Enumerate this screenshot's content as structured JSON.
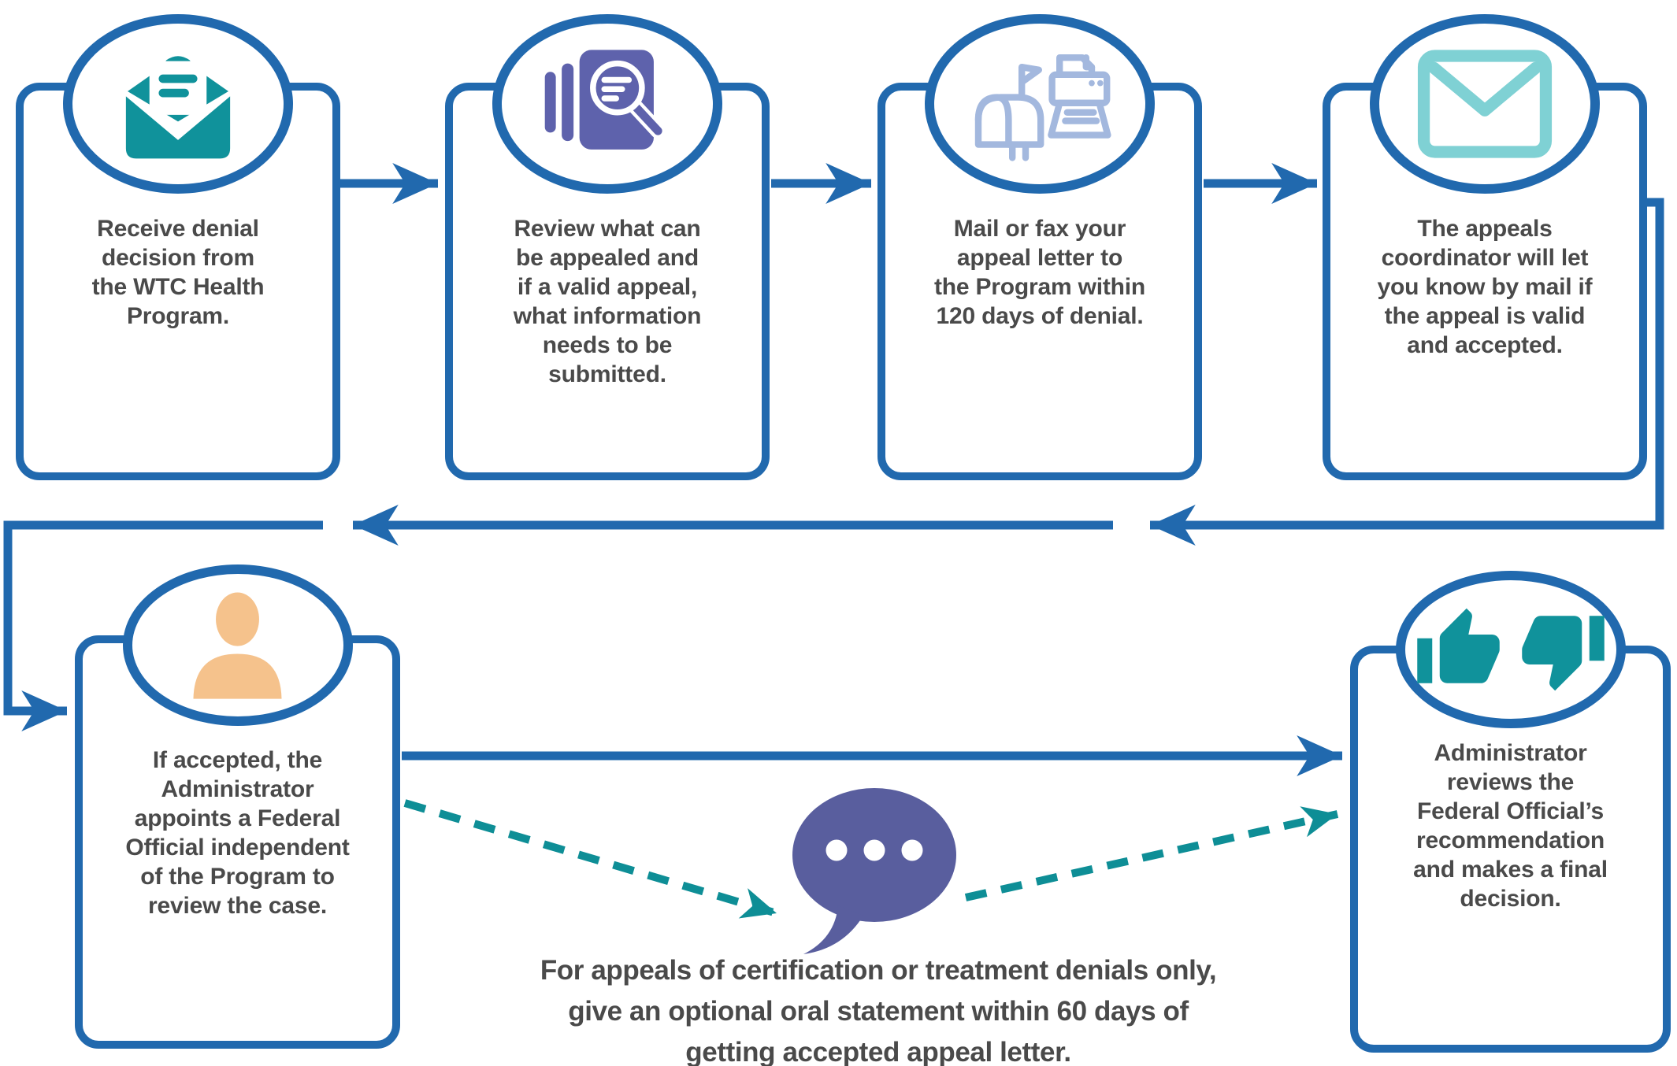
{
  "title": "WTC Health Program appeals process flowchart",
  "colors": {
    "blue": "#2169ae",
    "teal": "#10929b",
    "light_teal": "#7fd1d4",
    "periwinkle": "#a3b8de",
    "purple": "#5e62ac",
    "bubble_purple": "#595e9e",
    "orange": "#f5c28c",
    "dash_teal": "#0e8e96",
    "text": "#4a4a4a"
  },
  "flow": {
    "steps": [
      {
        "id": "receive-denial",
        "icon": "open-envelope-icon",
        "text": "Receive denial\ndecision from\nthe WTC Health\nProgram."
      },
      {
        "id": "review-appeal",
        "icon": "document-magnifier-icon",
        "text": "Review what can\nbe appealed and\nif a valid appeal,\nwhat information\nneeds to be\nsubmitted."
      },
      {
        "id": "mail-or-fax",
        "icon": "mailbox-printer-icon",
        "text": "Mail or fax your\nappeal letter to\nthe Program within\n120 days of denial."
      },
      {
        "id": "coordinator-mail",
        "icon": "envelope-icon",
        "text": "The appeals\ncoordinator will let\nyou know by mail if\nthe appeal is valid\nand accepted."
      },
      {
        "id": "federal-official",
        "icon": "person-icon",
        "text": "If accepted, the\nAdministrator\nappoints a Federal\nOfficial independent\nof the Program to\nreview the case."
      },
      {
        "id": "final-decision",
        "icon": "thumbs-up-down-icon",
        "text": "Administrator\nreviews the\nFederal Official’s\nrecommendation\nand makes a final\ndecision."
      }
    ],
    "caption": "For appeals of certification or treatment denials only,\ngive an optional oral statement within 60 days of\ngetting accepted appeal letter."
  }
}
